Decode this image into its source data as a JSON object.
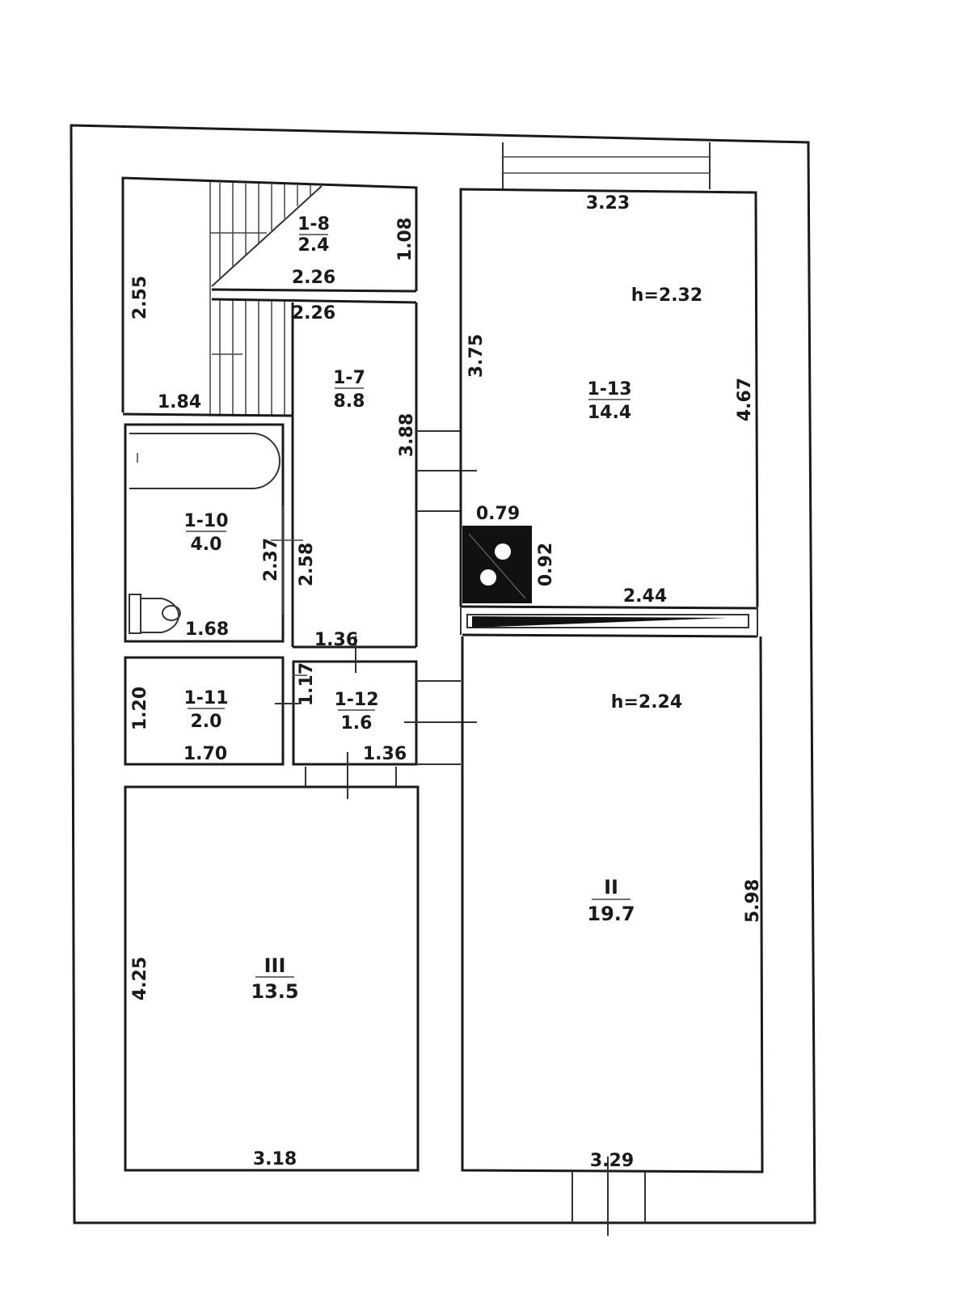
{
  "plan": {
    "rooms": {
      "r18": {
        "id": "1-8",
        "area": "2.4"
      },
      "r17": {
        "id": "1-7",
        "area": "8.8"
      },
      "r110": {
        "id": "1-10",
        "area": "4.0"
      },
      "r111": {
        "id": "1-11",
        "area": "2.0"
      },
      "r112": {
        "id": "1-12",
        "area": "1.6"
      },
      "r113": {
        "id": "1-13",
        "area": "14.4"
      },
      "rII": {
        "id": "II",
        "area": "19.7"
      },
      "rIII": {
        "id": "III",
        "area": "13.5"
      }
    },
    "heights": {
      "top": "h=2.32",
      "bottom": "h=2.24"
    },
    "dims": {
      "d323": "3.23",
      "d255": "2.55",
      "d108": "1.08",
      "d226a": "2.26",
      "d226b": "2.26",
      "d375": "3.75",
      "d467": "4.67",
      "d184": "1.84",
      "d388": "3.88",
      "d079": "0.79",
      "d092": "0.92",
      "d244": "2.44",
      "d237": "2.37",
      "d258": "2.58",
      "d168": "1.68",
      "d136a": "1.36",
      "d117": "1.17",
      "d120": "1.20",
      "d170": "1.70",
      "d136b": "1.36",
      "d598": "5.98",
      "d425": "4.25",
      "d318": "3.18",
      "d329": "3.29"
    }
  }
}
